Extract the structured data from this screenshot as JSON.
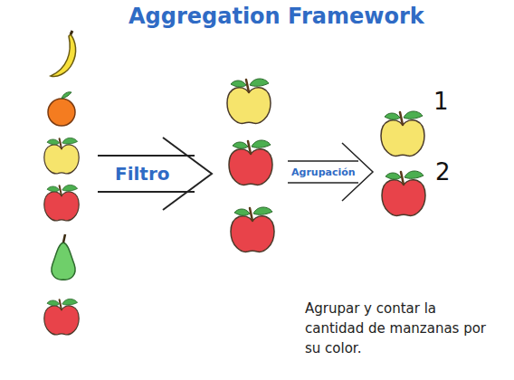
{
  "diagram": {
    "title": "Aggregation Framework",
    "caption": "Agrupar y contar la cantidad de manzanas por su color.",
    "labels": [
      "Filtro",
      "Agrupación",
      "1",
      "2"
    ]
  }
}
